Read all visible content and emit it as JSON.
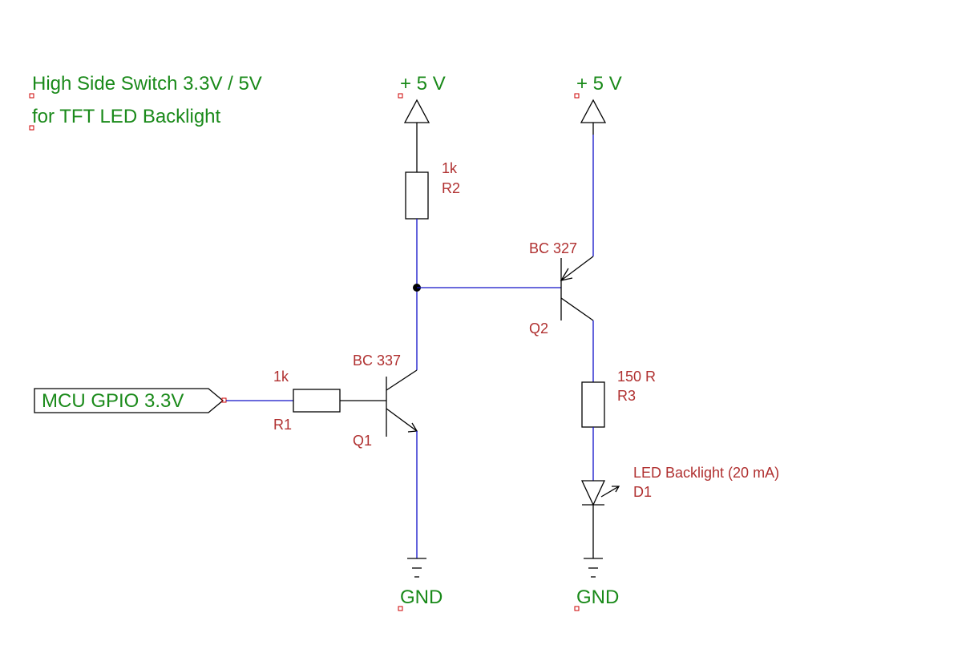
{
  "title": {
    "line1": "High Side Switch 3.3V / 5V",
    "line2": "for TFT LED Backlight"
  },
  "supplies": [
    {
      "label": "+ 5 V"
    },
    {
      "label": "+ 5 V"
    }
  ],
  "grounds": [
    {
      "label": "GND"
    },
    {
      "label": "GND"
    }
  ],
  "input_port": {
    "label": "MCU GPIO 3.3V"
  },
  "components": {
    "r1": {
      "value": "1k",
      "ref": "R1"
    },
    "r2": {
      "value": "1k",
      "ref": "R2"
    },
    "r3": {
      "value": "150 R",
      "ref": "R3"
    },
    "q1": {
      "type": "BC 337",
      "ref": "Q1"
    },
    "q2": {
      "type": "BC 327",
      "ref": "Q2"
    },
    "d1": {
      "value": "LED Backlight (20 mA)",
      "ref": "D1"
    }
  },
  "colors": {
    "wire": "#1010c8",
    "label_text": "#1a8a1a",
    "component_text": "#b03030",
    "anchor_marker": "#cc0000"
  }
}
